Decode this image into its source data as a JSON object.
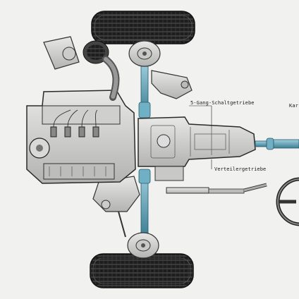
{
  "labels": {
    "gearbox": "5-Gang-Schaltgetriebe",
    "transfer_case": "Verteilergetriebe",
    "cardan_partial": "Kar"
  },
  "colors": {
    "background": "#f1f1ef",
    "shaft_blue": "#5f9fb5",
    "metal_light": "#d6d6d4",
    "metal_mid": "#a9a9a7",
    "metal_dark": "#3c3c3c",
    "tire": "#1e1e1e"
  },
  "icons": [
    "tire-front",
    "tire-rear",
    "engine-block",
    "air-filter",
    "steering-wheel"
  ]
}
